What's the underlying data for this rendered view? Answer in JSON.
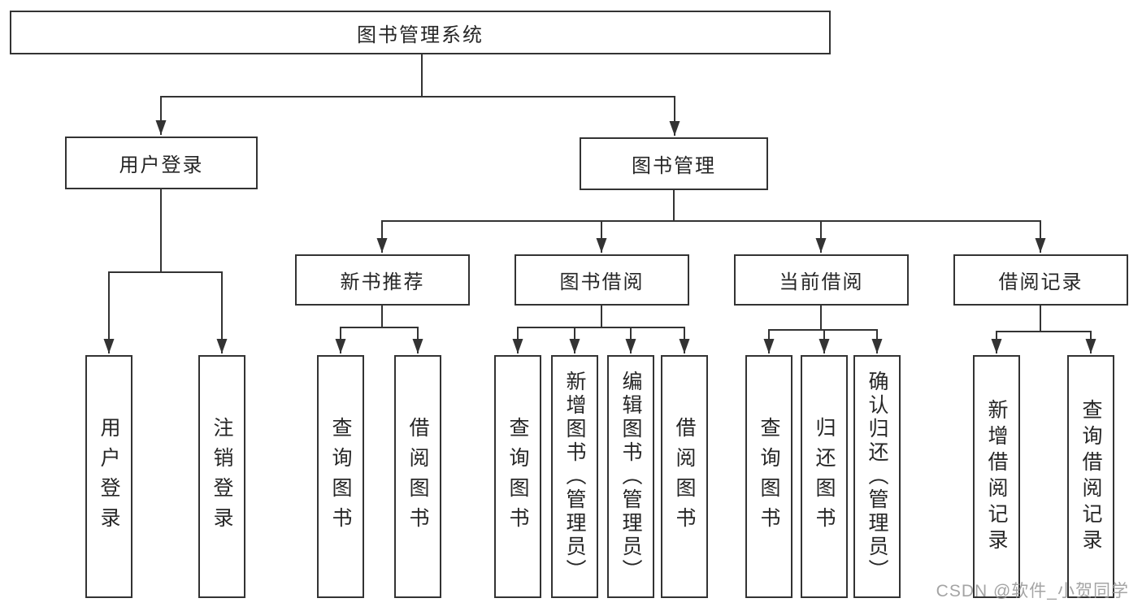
{
  "tree": {
    "root": {
      "label": "图书管理系统",
      "children": [
        {
          "label": "用户登录",
          "children": [
            {
              "label": "用户登录"
            },
            {
              "label": "注销登录"
            }
          ]
        },
        {
          "label": "图书管理",
          "children": [
            {
              "label": "新书推荐",
              "children": [
                {
                  "label": "查询图书"
                },
                {
                  "label": "借阅图书"
                }
              ]
            },
            {
              "label": "图书借阅",
              "children": [
                {
                  "label": "查询图书"
                },
                {
                  "label": "新增图书（管理员）"
                },
                {
                  "label": "编辑图书（管理员）"
                },
                {
                  "label": "借阅图书"
                }
              ]
            },
            {
              "label": "当前借阅",
              "children": [
                {
                  "label": "查询图书"
                },
                {
                  "label": "归还图书"
                },
                {
                  "label": "确认归还（管理员）"
                }
              ]
            },
            {
              "label": "借阅记录",
              "children": [
                {
                  "label": "新增借阅记录"
                },
                {
                  "label": "查询借阅记录"
                }
              ]
            }
          ]
        }
      ]
    }
  },
  "watermark": {
    "text": "CSDN @软件_小贺同学"
  },
  "colors": {
    "line": "#333333",
    "box_border": "#333333",
    "text": "#262626",
    "watermark": "#9b9b9b",
    "background": "#ffffff"
  }
}
